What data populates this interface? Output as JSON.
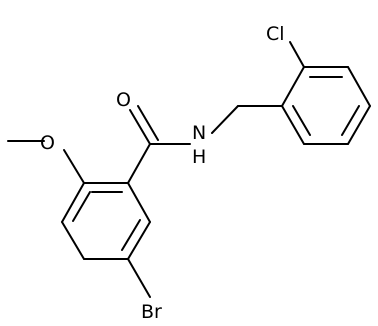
{
  "molecule": {
    "atoms": {
      "oxygen_carbonyl": "O",
      "oxygen_methoxy": "O",
      "nitrogen_amide": "N",
      "hydrogen_amide": "H",
      "chlorine": "Cl",
      "bromine": "Br"
    }
  }
}
